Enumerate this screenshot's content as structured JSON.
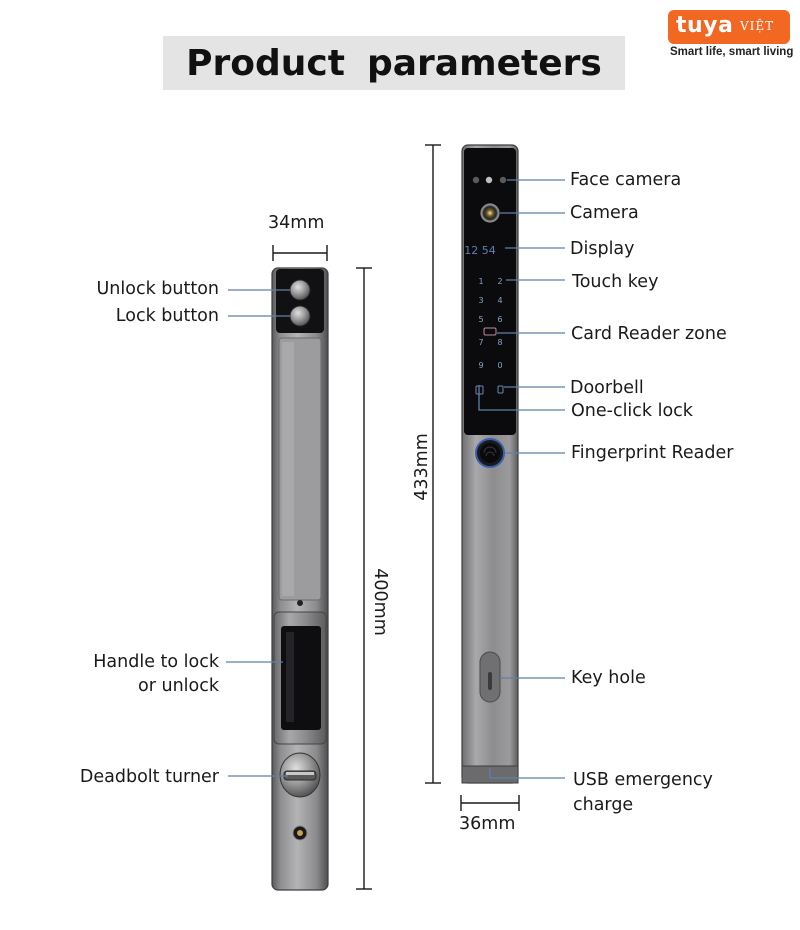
{
  "title": {
    "word1": "Product",
    "word2": "parameters"
  },
  "brand": {
    "name": "tuya",
    "suffix": "VIỆT",
    "tagline": "Smart life, smart living",
    "color": "#f26722"
  },
  "dimensions": {
    "interior_width": "34mm",
    "interior_height": "400mm",
    "exterior_height": "433mm",
    "exterior_width": "36mm"
  },
  "interior_labels": {
    "unlock_button": "Unlock button",
    "lock_button": "Lock button",
    "handle_line1": "Handle to lock",
    "handle_line2": "or unlock",
    "deadbolt": "Deadbolt turner"
  },
  "exterior_labels": {
    "face_camera": "Face camera",
    "camera": "Camera",
    "display": "Display",
    "touch_key": "Touch key",
    "card_reader": "Card Reader zone",
    "doorbell": "Doorbell",
    "one_click": "One-click lock",
    "fingerprint": "Fingerprint Reader",
    "key_hole": "Key hole",
    "usb_line1": "USB emergency",
    "usb_line2": "charge"
  },
  "display_time": "12 54",
  "keypad": [
    "1",
    "2",
    "3",
    "4",
    "5",
    "6",
    "7",
    "8",
    "9",
    "0"
  ],
  "colors": {
    "accent": "#3a7bd5",
    "body_metal": "#8a8a8a",
    "panel_black": "#0d0d0f"
  }
}
